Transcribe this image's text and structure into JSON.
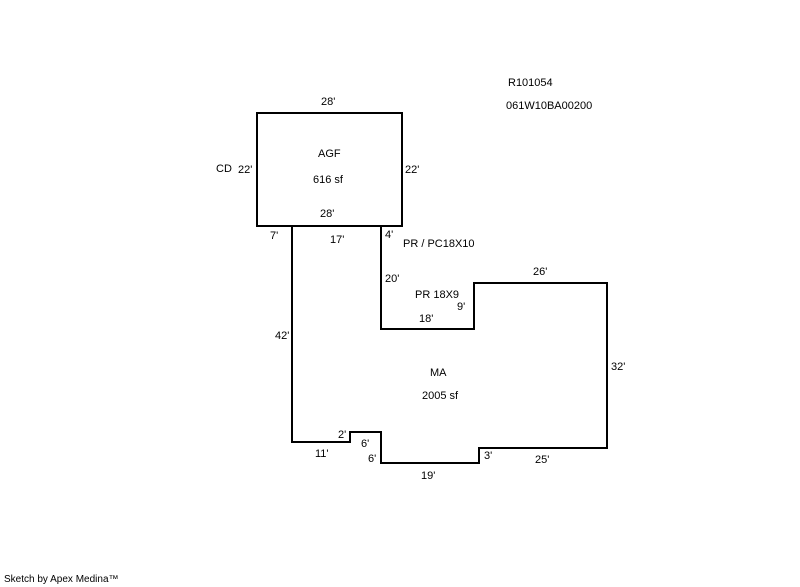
{
  "ids": {
    "account": "R101054",
    "map_tax_lot": "061W10BA00200"
  },
  "areas": {
    "agf": {
      "label": "AGF",
      "area": "616 sf"
    },
    "ma": {
      "label": "MA",
      "area": "2005 sf"
    }
  },
  "annotations": {
    "cd": "CD",
    "pr_pc": "PR / PC18X10",
    "pr": "PR 18X9"
  },
  "dimensions": {
    "agf_top": "28'",
    "agf_left": "22'",
    "agf_right": "22'",
    "agf_bottom": "28'",
    "d7": "7'",
    "d17": "17'",
    "d4": "4'",
    "d20": "20'",
    "d26": "26'",
    "d9": "9'",
    "d18": "18'",
    "d42": "42'",
    "d32": "32'",
    "d2": "2'",
    "d11": "11'",
    "d6a": "6'",
    "d6b": "6'",
    "d19": "19'",
    "d3": "3'",
    "d25": "25'"
  },
  "footer": "Sketch by Apex Medina™"
}
